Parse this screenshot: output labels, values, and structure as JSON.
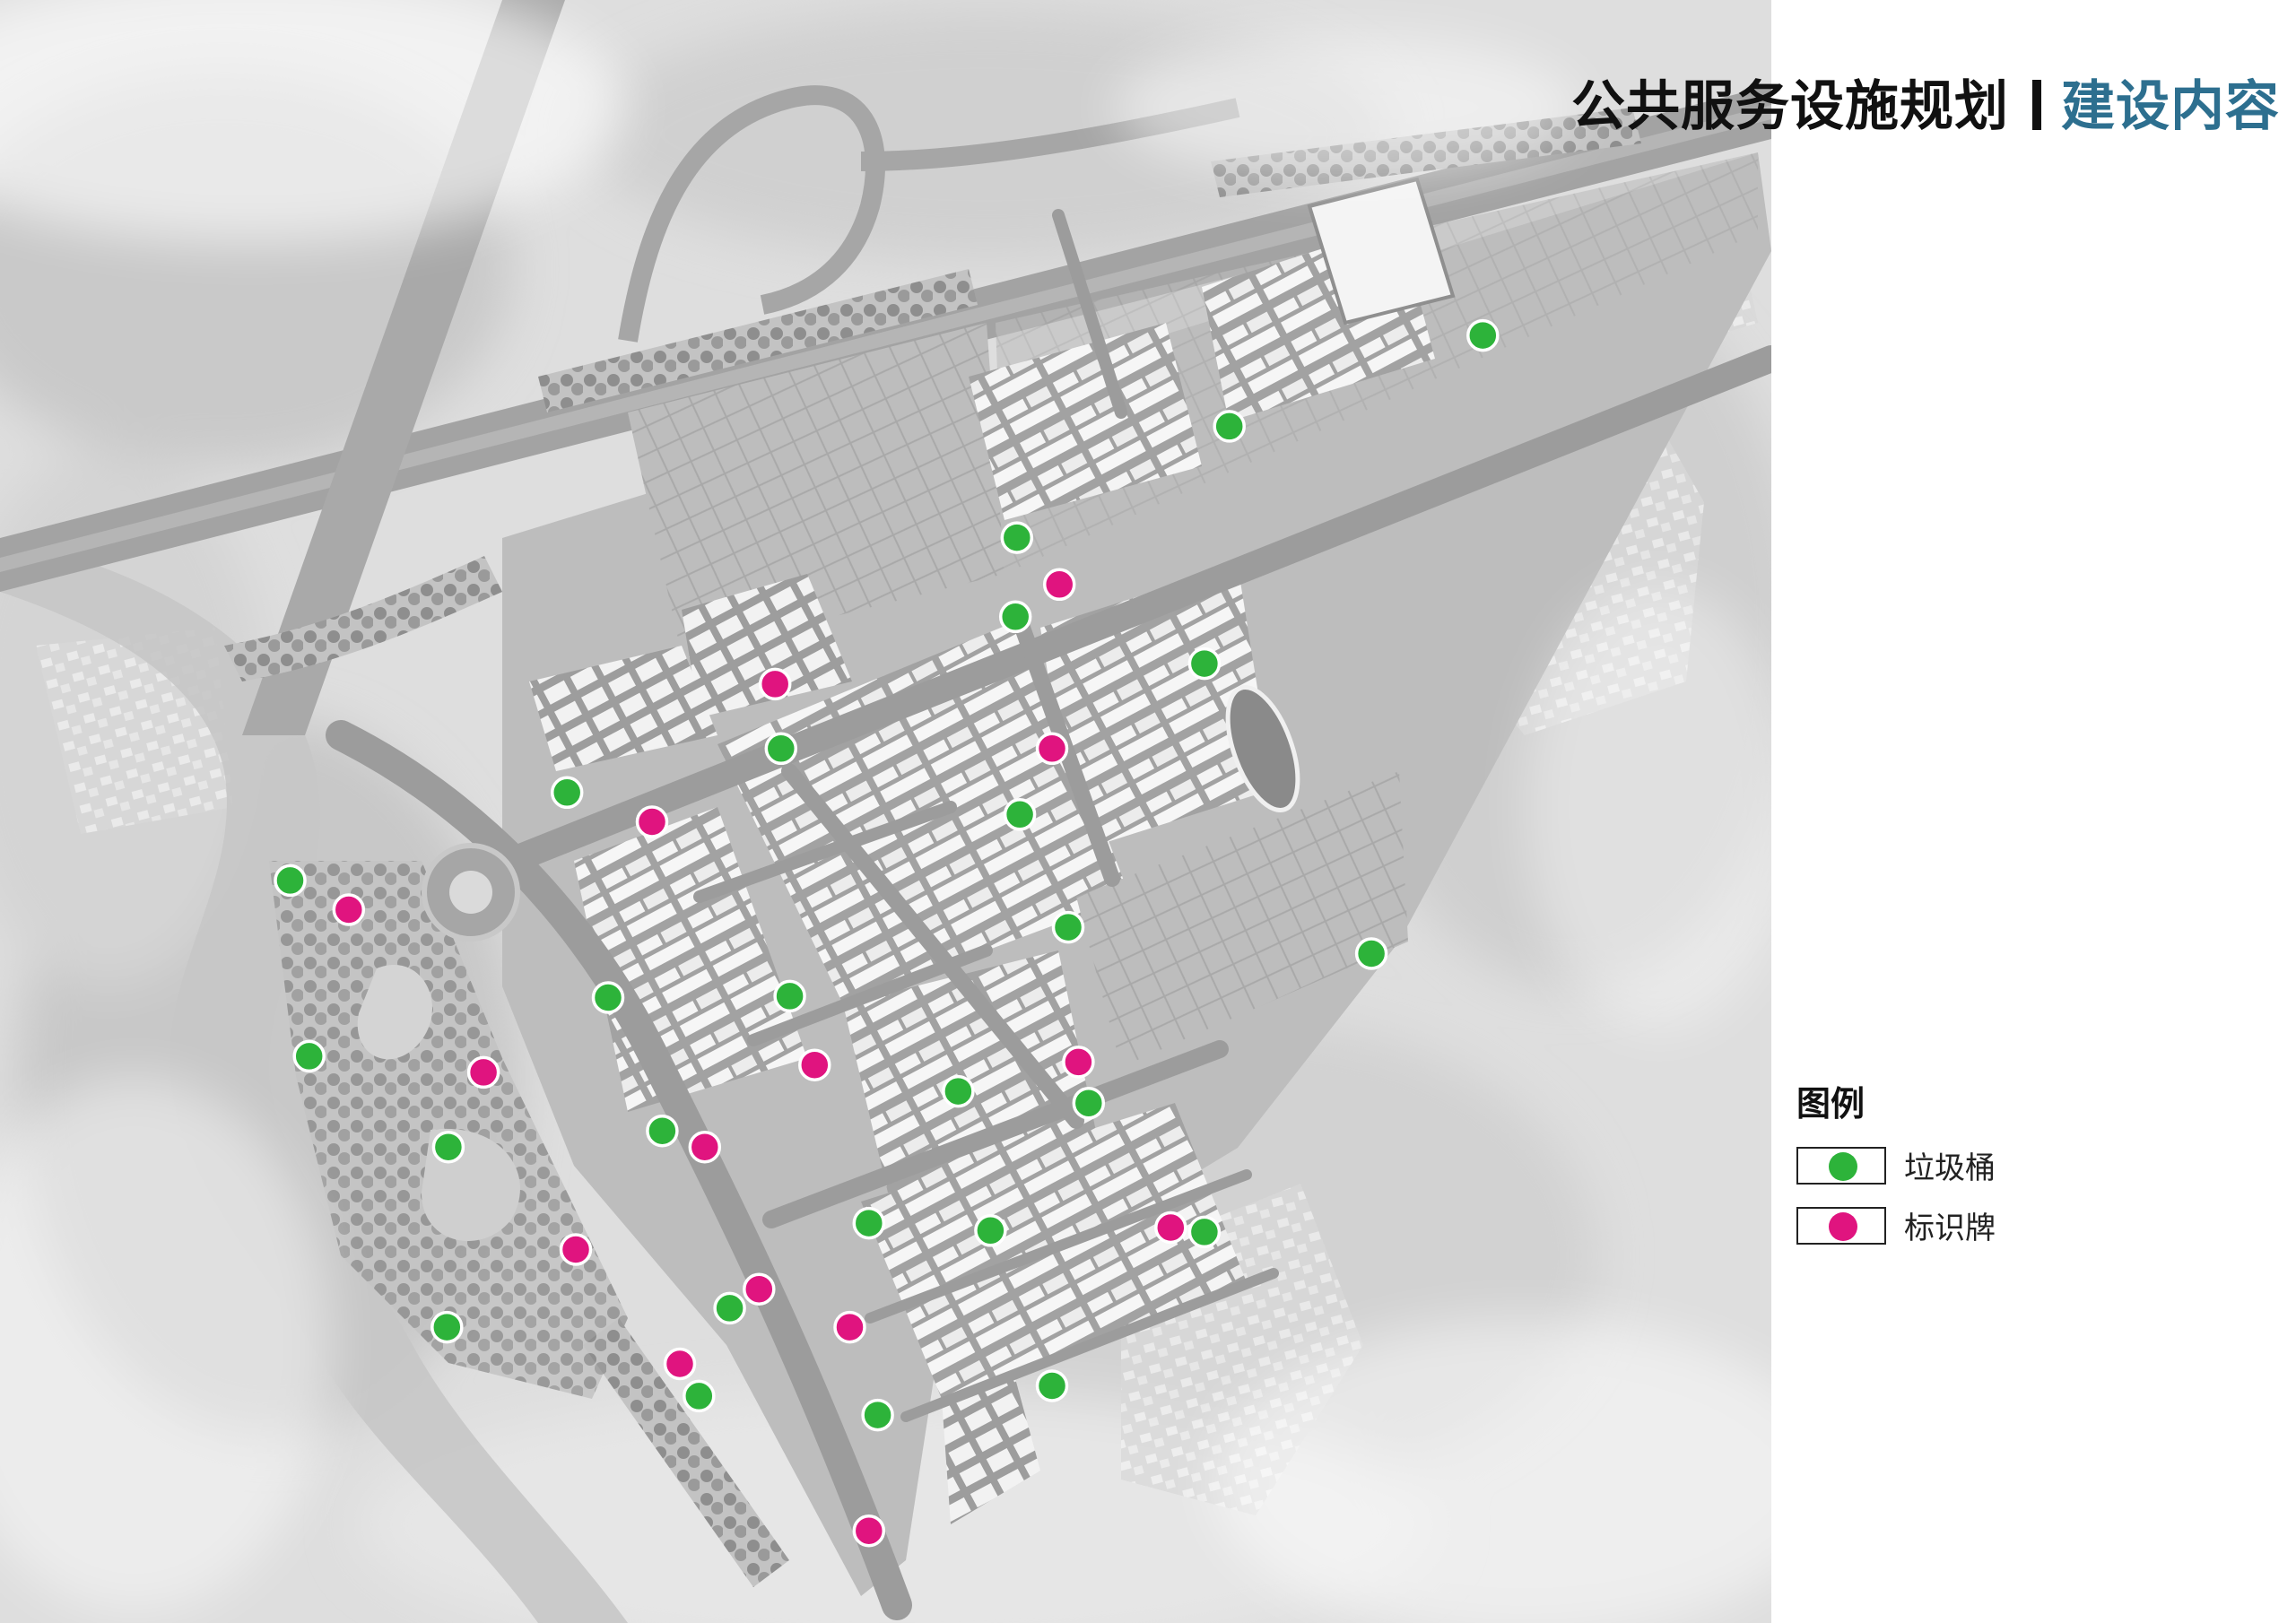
{
  "title": {
    "main": "公共服务设施规划",
    "sub": "建设内容"
  },
  "legend": {
    "title": "图例",
    "items": [
      {
        "key": "trash",
        "label": "垃圾桶",
        "color": "#2db33a"
      },
      {
        "key": "sign",
        "label": "标识牌",
        "color": "#e0147f"
      }
    ]
  },
  "colors": {
    "title_sub": "#2d6f8f",
    "marker_stroke": "#ffffff"
  }
}
